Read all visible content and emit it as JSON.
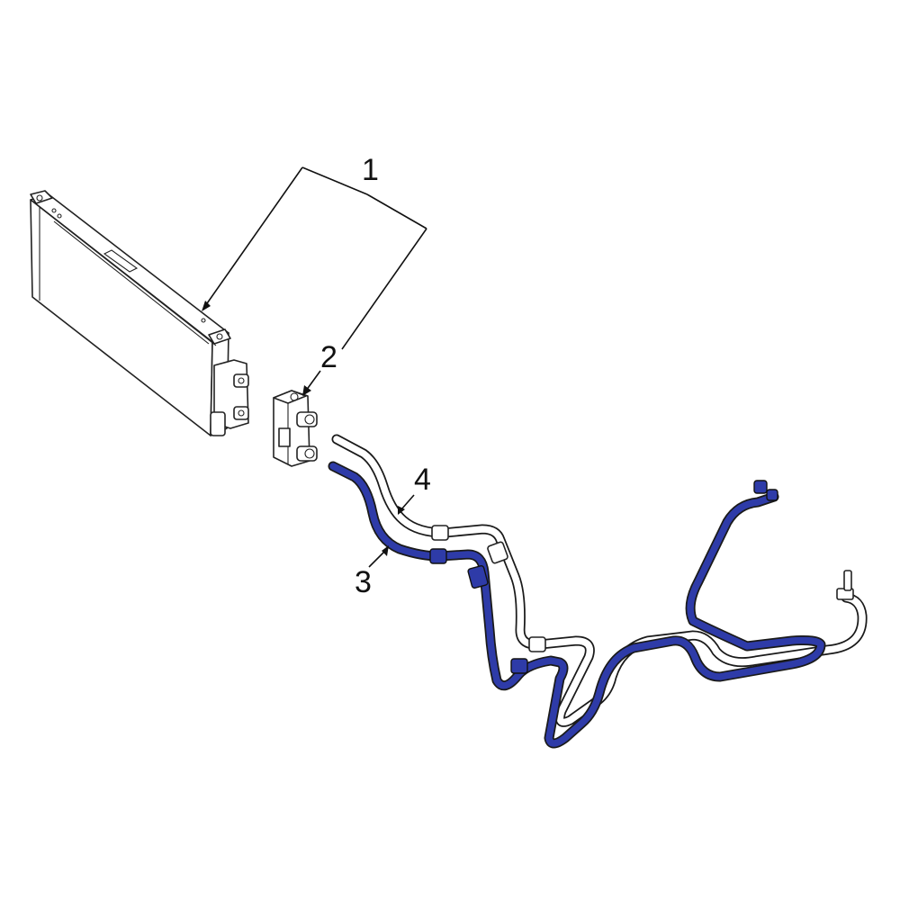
{
  "callouts": [
    {
      "id": "1",
      "label": "1"
    },
    {
      "id": "2",
      "label": "2"
    },
    {
      "id": "3",
      "label": "3"
    },
    {
      "id": "4",
      "label": "4"
    }
  ],
  "colors": {
    "highlight": "#2e3ba8",
    "line": "#1a1a1a",
    "background": "#ffffff"
  },
  "icons": {
    "cooler": "oil-cooler-icon",
    "adapter": "adapter-fitting-icon"
  }
}
